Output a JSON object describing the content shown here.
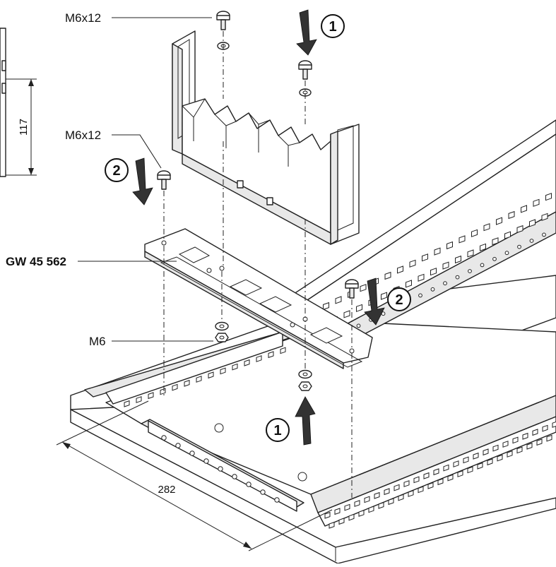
{
  "labels": {
    "screw_top": "M6x12",
    "screw_left": "M6x12",
    "part_number": "GW 45 562",
    "nut": "M6"
  },
  "dimensions": {
    "height": "117",
    "width": "282"
  },
  "steps": {
    "top": "1",
    "left": "2",
    "right": "2",
    "bottom": "1"
  }
}
